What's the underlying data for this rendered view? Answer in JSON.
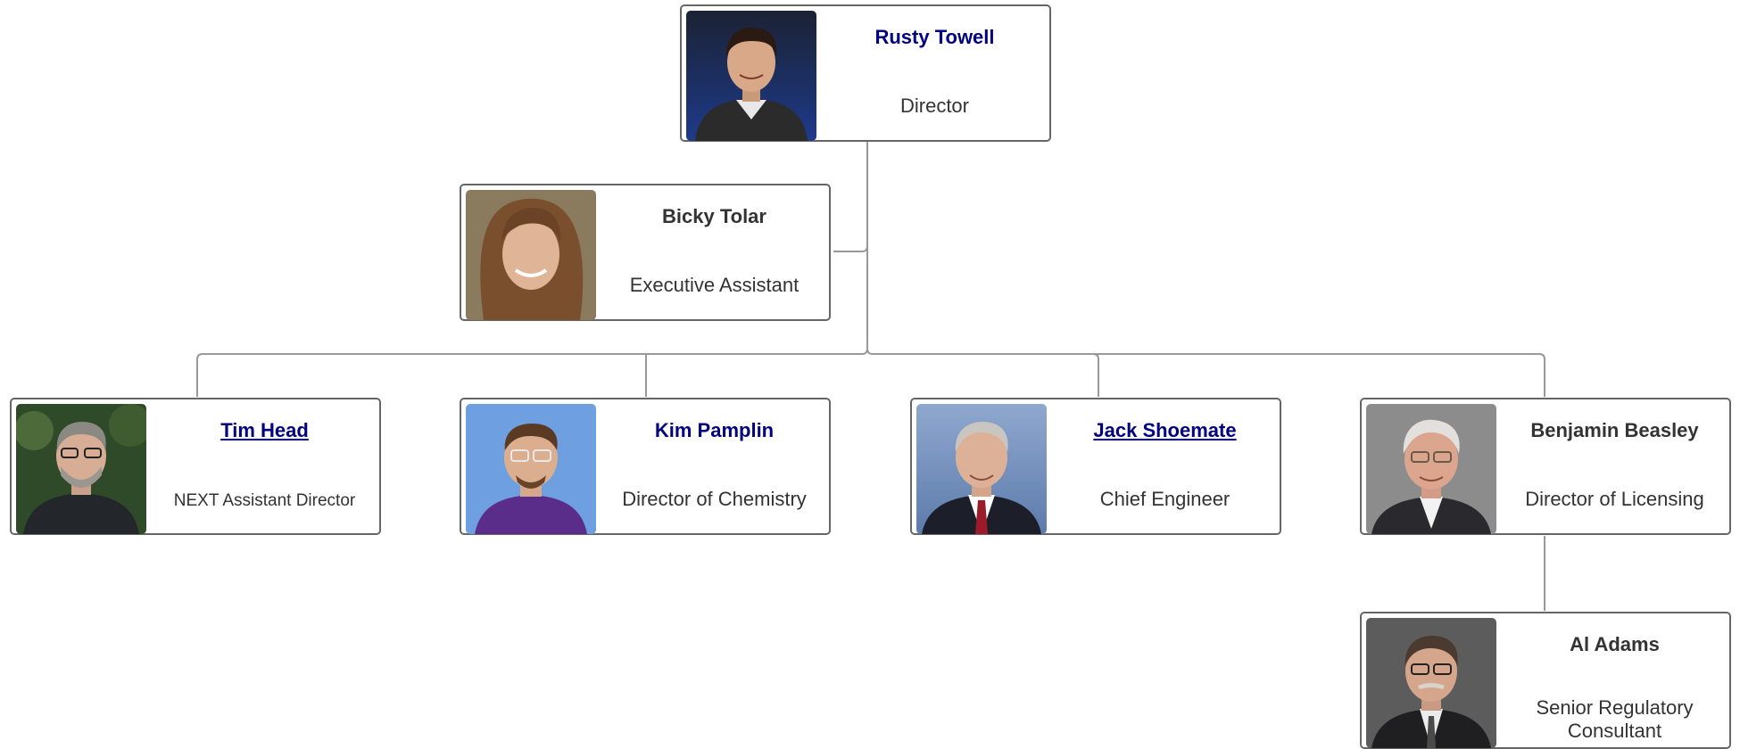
{
  "org_chart": {
    "nodes": [
      {
        "id": "rusty",
        "name": "Rusty Towell",
        "title": "Director",
        "name_style": "link",
        "photo": "portrait-man-dark-hair-blue-background"
      },
      {
        "id": "bicky",
        "name": "Bicky Tolar",
        "title": "Executive Assistant",
        "name_style": "plain",
        "photo": "portrait-woman-brown-hair"
      },
      {
        "id": "tim",
        "name": "Tim Head",
        "title": "NEXT Assistant Director",
        "name_style": "link-underline",
        "photo": "portrait-man-gray-beard-glasses"
      },
      {
        "id": "kim",
        "name": "Kim Pamplin",
        "title": "Director of Chemistry",
        "name_style": "link",
        "photo": "portrait-man-glasses-blue-background"
      },
      {
        "id": "jack",
        "name": "Jack Shoemate",
        "title": "Chief Engineer",
        "name_style": "link-underline",
        "photo": "portrait-man-gray-hair-suit"
      },
      {
        "id": "benjamin",
        "name": "Benjamin Beasley",
        "title": "Director of Licensing",
        "name_style": "plain",
        "photo": "portrait-man-white-hair-glasses"
      },
      {
        "id": "al",
        "name": "Al Adams",
        "title": "Senior Regulatory Consultant",
        "name_style": "plain",
        "photo": "portrait-man-glasses-mustache-suit"
      }
    ],
    "edges": [
      {
        "from": "rusty",
        "to": "bicky",
        "kind": "assistant"
      },
      {
        "from": "rusty",
        "to": "tim"
      },
      {
        "from": "rusty",
        "to": "kim"
      },
      {
        "from": "rusty",
        "to": "jack"
      },
      {
        "from": "rusty",
        "to": "benjamin"
      },
      {
        "from": "benjamin",
        "to": "al"
      }
    ],
    "colors": {
      "link_name": "#000080",
      "text": "#333333",
      "border": "#666666",
      "connector": "#999999"
    }
  }
}
